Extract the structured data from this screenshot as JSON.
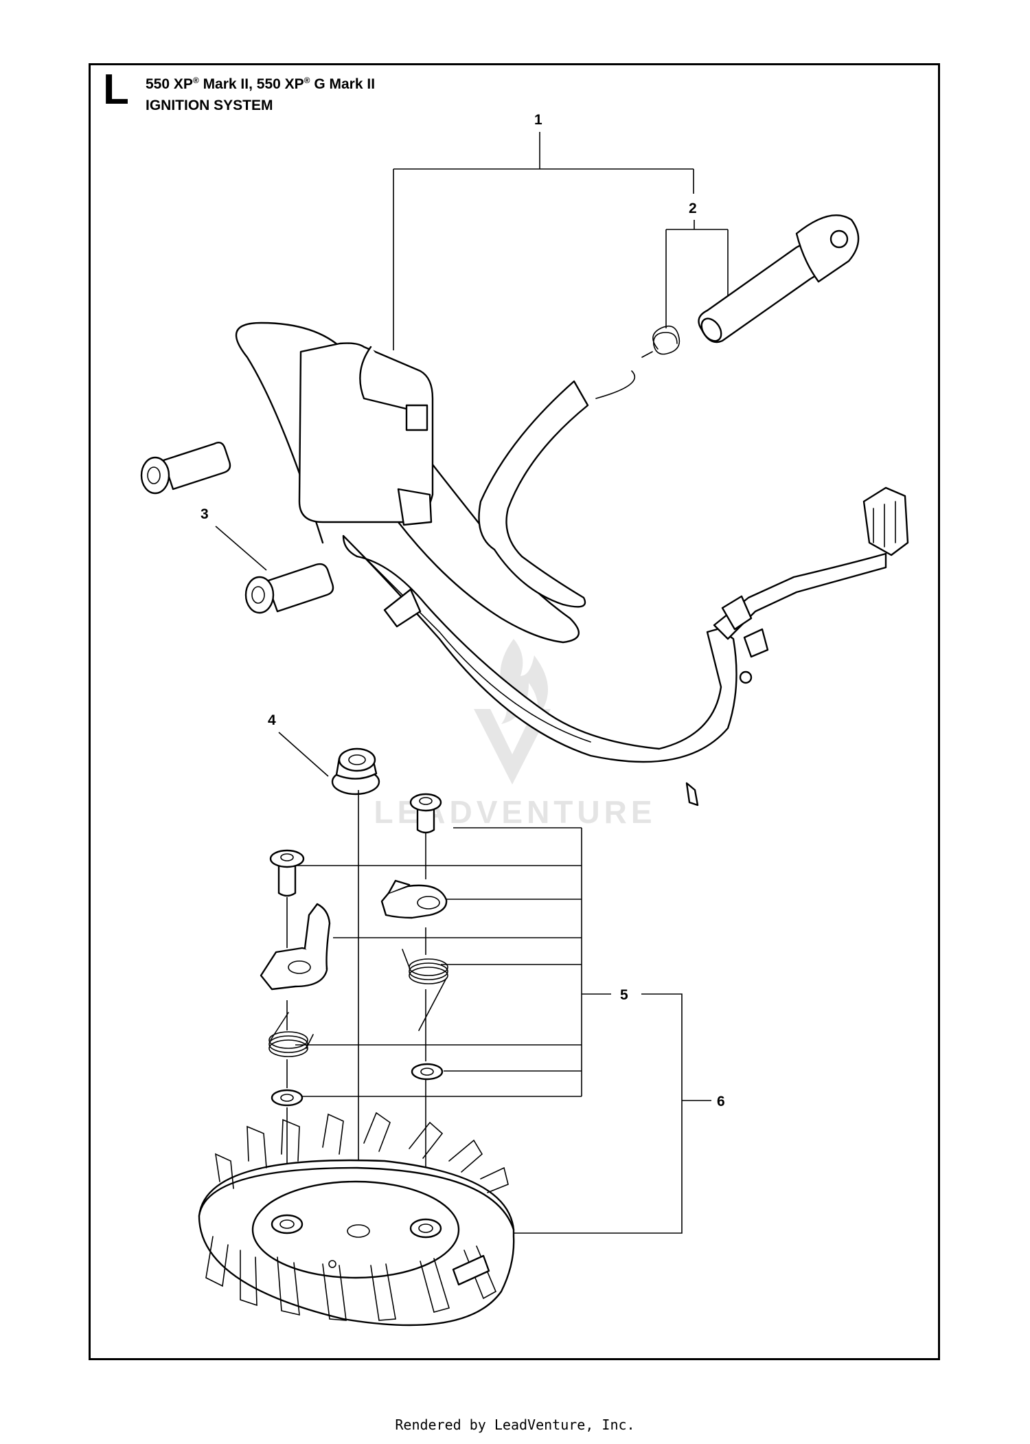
{
  "header": {
    "section_letter": "L",
    "model_part1": "550 XP",
    "reg1": "®",
    "model_part2": " Mark II, 550 XP",
    "reg2": "®",
    "model_part3": " G Mark II",
    "section_title": "IGNITION SYSTEM"
  },
  "callouts": [
    "1",
    "2",
    "3",
    "4",
    "5",
    "6"
  ],
  "watermark": "LEADVENTURE",
  "footer": "Rendered by LeadVenture, Inc.",
  "colors": {
    "line": "#000000",
    "watermark": "#e6e6e6",
    "background": "#ffffff"
  }
}
